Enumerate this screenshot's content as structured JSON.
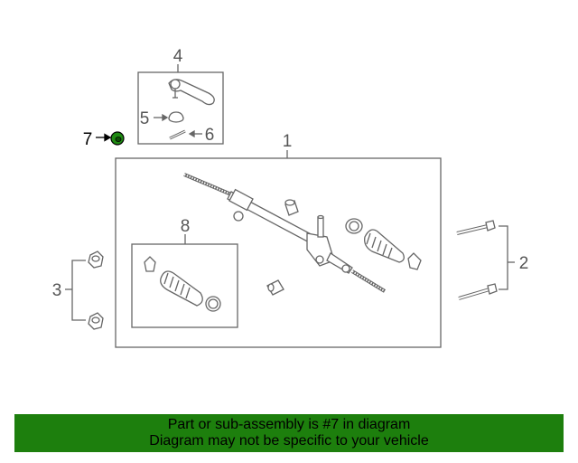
{
  "callouts": {
    "c1": "1",
    "c2": "2",
    "c3": "3",
    "c4": "4",
    "c5": "5",
    "c6": "6",
    "c7": "7",
    "c8": "8"
  },
  "footer": {
    "line1": "Part or sub-assembly is #7 in diagram",
    "line2": "Diagram may not be specific to your vehicle"
  },
  "colors": {
    "banner": "#1d7f0d",
    "highlight_part": "#1f8a12",
    "line": "#666666"
  }
}
